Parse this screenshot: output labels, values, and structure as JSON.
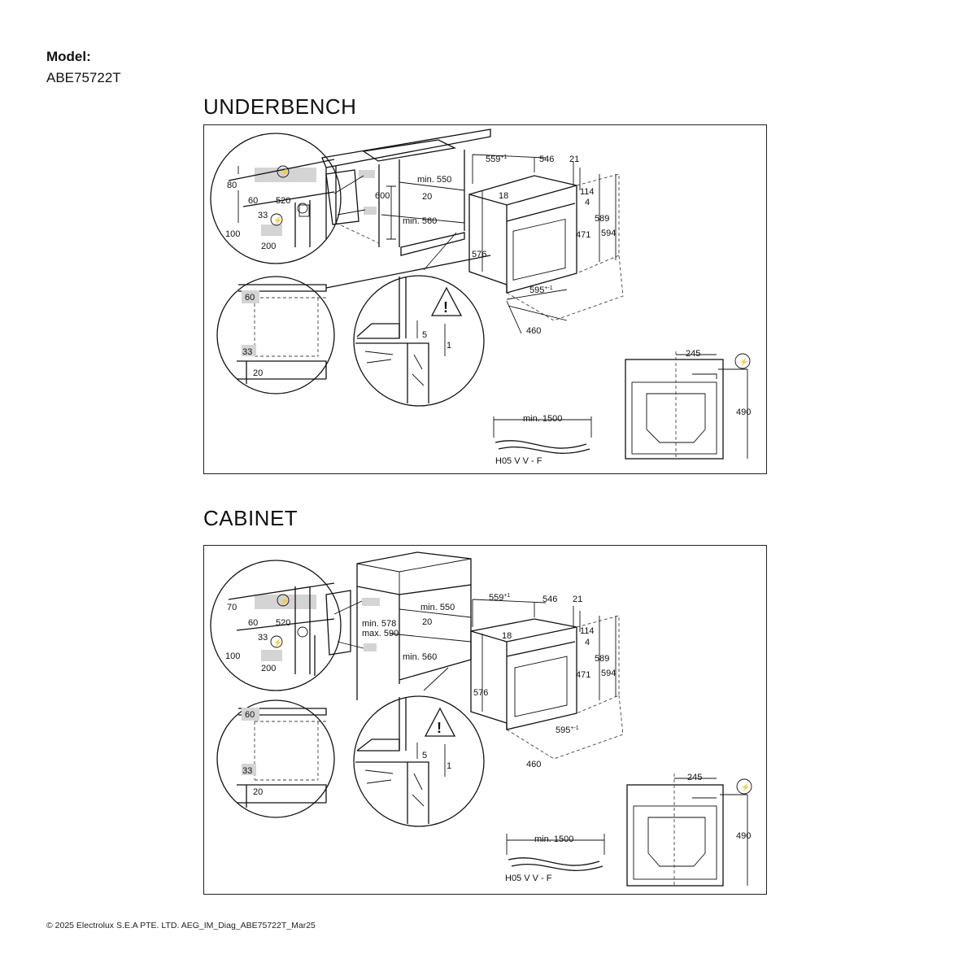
{
  "header": {
    "model_label": "Model:",
    "model_value": "ABE75722T"
  },
  "colors": {
    "ink": "#111111",
    "highlight_box": "#d4d4d4",
    "background": "#ffffff"
  },
  "sections": [
    {
      "title": "UNDERBENCH",
      "dims": {
        "d80": "80",
        "d60": "60",
        "d520": "520",
        "d33": "33",
        "d100": "100",
        "d200": "200",
        "d600": "600",
        "min550": "min. 550",
        "d20": "20",
        "min560": "min. 560",
        "d559": "559",
        "d559_sup": "+1",
        "d546": "546",
        "d21": "21",
        "d18": "18",
        "d114": "114",
        "d4": "4",
        "d589": "589",
        "d594": "594",
        "d471": "471",
        "d576": "576",
        "d595": "595",
        "d595_sup": "+-1",
        "d460": "460",
        "gap60": "60",
        "gap33": "33",
        "gap20": "20",
        "c5": "5",
        "c1": "1",
        "d245": "245",
        "d490": "490",
        "min1500": "min. 1500",
        "cable": "H05 V V - F"
      }
    },
    {
      "title": "CABINET",
      "dims": {
        "d70": "70",
        "d60": "60",
        "d520": "520",
        "d33": "33",
        "d100": "100",
        "d200": "200",
        "min578": "min. 578",
        "max590": "max. 590",
        "min550": "min. 550",
        "d20": "20",
        "min560": "min. 560",
        "d559": "559",
        "d559_sup": "+1",
        "d546": "546",
        "d21": "21",
        "d18": "18",
        "d114": "114",
        "d4": "4",
        "d589": "589",
        "d594": "594",
        "d471": "471",
        "d576": "576",
        "d595": "595",
        "d595_sup": "+-1",
        "d460": "460",
        "gap60": "60",
        "gap33": "33",
        "gap20": "20",
        "c5": "5",
        "c1": "1",
        "d245": "245",
        "d490": "490",
        "min1500": "min. 1500",
        "cable": "H05 V V - F"
      }
    }
  ],
  "footer": {
    "text": "© 2025 Electrolux S.E.A PTE. LTD. AEG_IM_Diag_ABE75722T_Mar25"
  }
}
